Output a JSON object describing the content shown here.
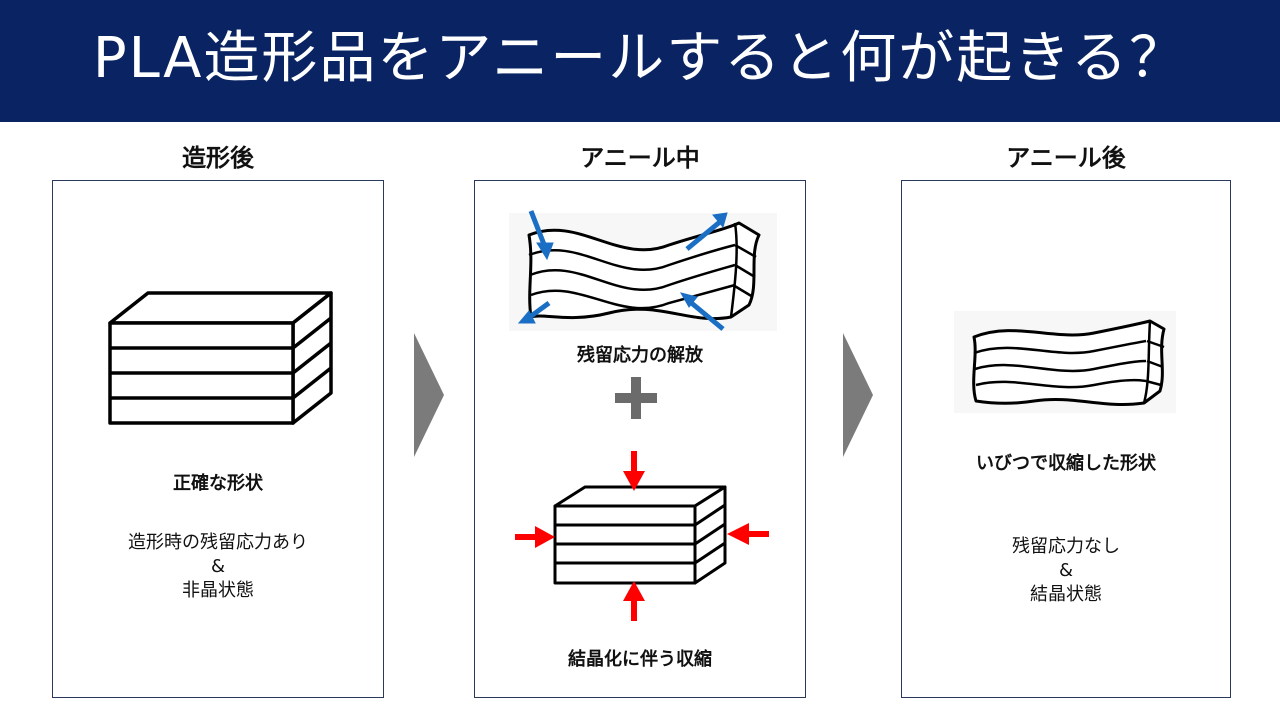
{
  "header": {
    "title": "PLA造形品をアニールすると何が起きる？",
    "bg_color": "#0a2463"
  },
  "columns": [
    {
      "title": "造形後",
      "caption": "正確な形状",
      "detail_lines": [
        "造形時の残留応力あり",
        "&",
        "非晶状態"
      ]
    },
    {
      "title": "アニール中",
      "caption_top": "残留応力の解放",
      "plus_symbol": "+",
      "caption_bottom": "結晶化に伴う収縮"
    },
    {
      "title": "アニール後",
      "caption": "いびつで収縮した形状",
      "detail_lines": [
        "残留応力なし",
        "&",
        "結晶状態"
      ]
    }
  ],
  "colors": {
    "release_arrow": "#1a6fc4",
    "shrink_arrow": "#ff0000",
    "chevron": "#7b7b7b"
  }
}
